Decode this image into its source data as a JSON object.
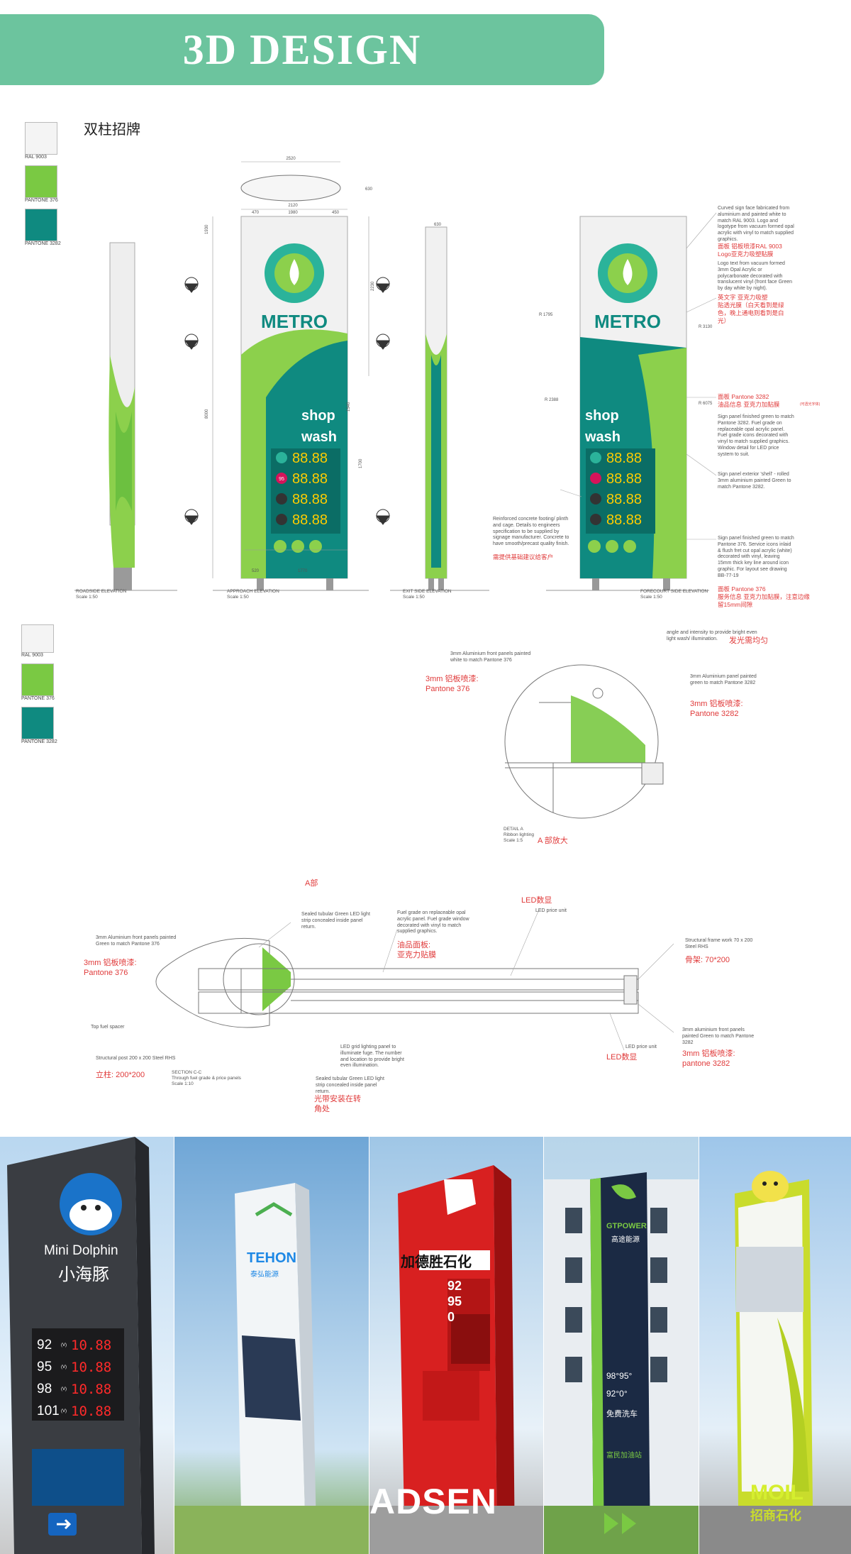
{
  "header": {
    "title": "3D DESIGN"
  },
  "section_title": "双柱招牌",
  "colors": {
    "header_bg": "#6cc49e",
    "white": "#f4f4f4",
    "green": "#7ac943",
    "teal": "#0f8a80",
    "red": "#e03a3a"
  },
  "swatches": [
    {
      "label": "RAL 9003",
      "color": "#f4f4f4"
    },
    {
      "label": "PANTONE 376",
      "color": "#7ac943"
    },
    {
      "label": "PANTONE 3282",
      "color": "#0f8a80"
    }
  ],
  "sign": {
    "brand": "METRO",
    "shop": "shop",
    "wash": "wash",
    "price": "88.88",
    "badge_95": "95"
  },
  "elevation_captions": [
    "ROADSIDE ELEVATION\nScale 1:50",
    "APPROACH ELEVATION\nScale 1:50",
    "EXIT SIDE ELEVATION\nScale 1:50",
    "FORECOURT SIDE ELEVATION\nScale 1:50"
  ],
  "dimensions": {
    "top_width": "2520",
    "top_height": "630",
    "panel_width": "2120",
    "panel_inner": "1980",
    "side_a": "470",
    "side_b": "450",
    "height_a": "1930",
    "height_b": "2230",
    "height_c": "1540",
    "height_d": "1700",
    "height_e": "8000",
    "side_depth": "630",
    "r1": "R 1795",
    "r2": "R 2388",
    "r3": "R 3130",
    "r4": "R 6075",
    "base_a": "520",
    "base_b": "1770"
  },
  "notes": {
    "n1_en": "Curved sign face fabricated from aluminium and painted white to match RAL 9003. Logo and logotype from vacuum formed opal acrylic with vinyl to match supplied graphics.",
    "n1_zh": "面板   铝板喷漆RAL 9003\nLogo亚克力吸塑贴膜",
    "n2_en": "Logo text from vacuum formed 3mm Opal Acrylic or polycarbonate decorated with translucent vinyl (front face Green by day white by night).",
    "n2_zh": "英文字   亚克力吸塑\n贴透光膜（白天看到是绿\n色，晚上通电则看到是白\n光）",
    "n3_zh": "面板    Pantone 3282\n油品信息   亚克力加贴膜",
    "n3_small": "(可透光字体)",
    "n4_en": "Sign panel finished green to match Pantone 3282. Fuel grade on replaceable opal acrylic panel. Fuel grade icons decorated with vinyl to match supplied graphics. Window detail for LED price system to suit.",
    "n5_en": "Sign panel exterior 'shell' - rolled 3mm aluminium painted Green to match Pantone 3282.",
    "n6_en": "Sign panel finished green to match Pantone 376. Service icons inlaid & flush fret cut opal acrylic (white) decorated with vinyl, leaving 15mm thick key line around icon graphic. For layout see drawing BB-77-19",
    "n6_zh": "面板    Pantone 376\n服务信息    亚克力加贴膜，注意边缘\n留15mm间隙",
    "n7_en": "Reinforced concrete footing/ plinth and cage. Details to engineers specification to be supplied by signage manufacturer. Concrete to have smooth/precast quality finish.",
    "n7_zh": "需提供基础建议给客户"
  },
  "detail": {
    "top_en": "angle and intensity to provide bright even light wash/ illumination.",
    "top_zh": "发光需均匀",
    "left_en": "3mm Aluminium front panels painted white to match Pantone 376",
    "left_zh": "3mm 铝板喷漆:\nPantone 376",
    "right_en": "3mm Aluminium panel painted green to match Pantone 3282",
    "right_zh": "3mm 铝板喷漆:\nPantone 3282",
    "caption_en": "DETAIL A\nRibbon lighting\nScale 1:5",
    "caption_zh": "A 部放大"
  },
  "section": {
    "a_label": "A部",
    "led1": "LED数显",
    "led1_en": "LED price unit",
    "led2": "LED数显",
    "led2_en": "LED price unit",
    "sealed_en": "Sealed tubular Green LED light strip concealed inside panel return.",
    "fuel_en": "Fuel grade on replaceable opal acrylic panel. Fuel grade window decorated with vinyl to match supplied graphics.",
    "fuel_zh": "油品面板:\n亚克力贴膜",
    "left_en": "3mm Aluminium front panels painted Green to match Pantone 376",
    "left_zh": "3mm 铝板喷漆:\nPantone 376",
    "frame_en": "Structural frame work 70 x 200 Steel RHS",
    "frame_zh": "骨架:   70*200",
    "right_en": "3mm aluminium front panels painted Green to match Pantone 3282",
    "right_zh": "3mm 铝板喷漆:\npantone 3282",
    "top_fuel": "Top fuel spacer",
    "post_en": "Structural post 200 x 200 Steel RHS",
    "post_zh": "立柱:   200*200",
    "section_cap": "SECTION C-C\nThrough fuel grade & price panels\nScale 1:10",
    "led_grid_en": "LED grid lighting panel to illuminate fuge. The number and location to provide bright even illumination.",
    "sealed2_en": "Sealed tubular Green LED light strip concealed inside panel return.",
    "corner_zh": "光带安装在转\n角处"
  },
  "photos": {
    "p1": {
      "brand_en": "Mini Dolphin",
      "brand_zh": "小海豚",
      "rows": [
        {
          "grade": "92",
          "price": "10.88"
        },
        {
          "grade": "95",
          "price": "10.88"
        },
        {
          "grade": "98",
          "price": "10.88"
        },
        {
          "grade": "101",
          "price": "10.88"
        }
      ],
      "unit": "(V)"
    },
    "p2": {
      "brand": "TEHON",
      "brand_zh": "泰弘能源"
    },
    "p3": {
      "brand_zh": "加德胜石化",
      "prices": [
        "92",
        "95",
        "0"
      ],
      "ground": "ADSEN"
    },
    "p4": {
      "brand": "GTPOWER",
      "brand_zh": "高途能源",
      "l1": "98°95°",
      "l2": "92°0°",
      "l3": "免费洗车",
      "l4": "富民加油站"
    },
    "p5": {
      "brand": "MOIL",
      "brand_zh": "招商石化"
    }
  }
}
